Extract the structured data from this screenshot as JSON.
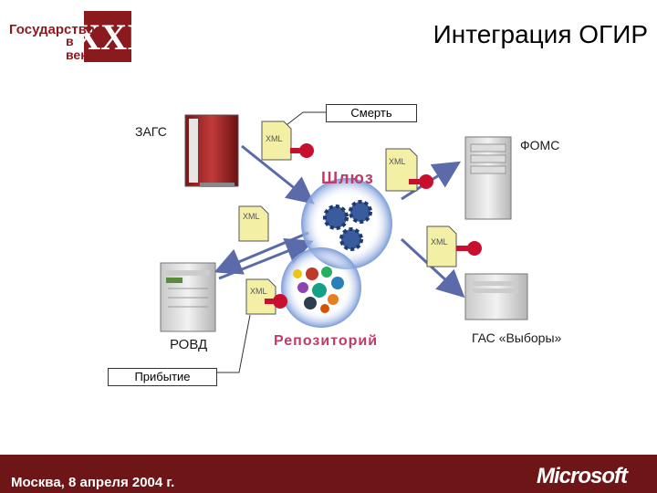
{
  "slide": {
    "title": "Интеграция ОГИР"
  },
  "logo": {
    "line1": "Государство",
    "line2": "в",
    "line3": "веке",
    "numeral": "XXI"
  },
  "nodes": {
    "zags": "ЗАГС",
    "foms": "ФОМС",
    "rovd": "РОВД",
    "gas": "ГАС «Выборы»",
    "gateway": "Шлюз",
    "repository": "Репозиторий"
  },
  "events": {
    "death": "Смерть",
    "arrival": "Прибытие"
  },
  "document_label": "XML",
  "footer": {
    "text": "Москва, 8 апреля 2004 г.",
    "brand": "Microsoft"
  },
  "colors": {
    "footer_bg": "#6d1517",
    "accent_red": "#c8102e",
    "xml_doc": "#f3f0a6",
    "arrow_blue": "#5b6aa8"
  }
}
